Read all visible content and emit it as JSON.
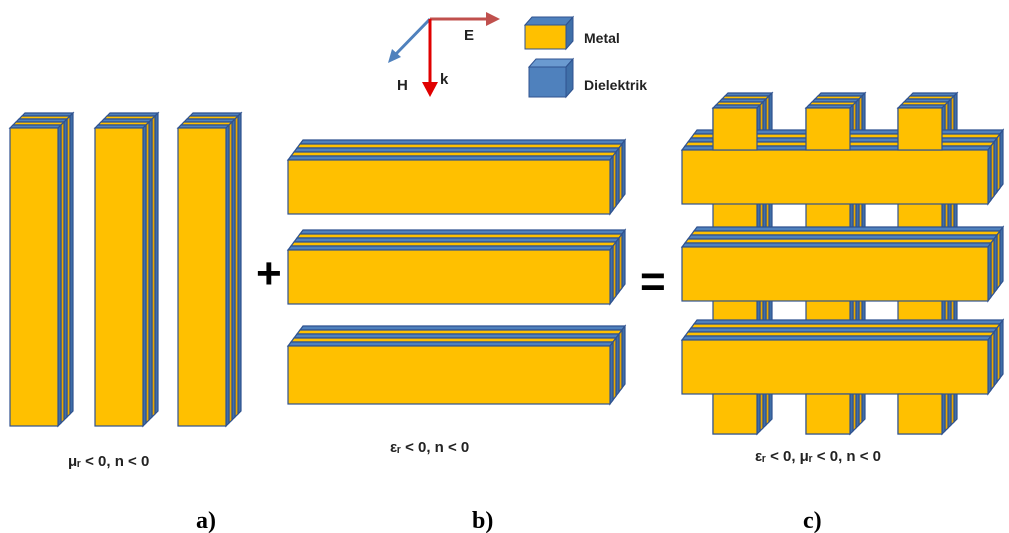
{
  "colors": {
    "metal": "#FFC000",
    "dielectric": "#4F81BD",
    "metal_side": "#E8A800",
    "dielectric_side": "#3F6FA8",
    "stroke": "#2F528F",
    "e_arrow": "#C0504D",
    "h_arrow": "#4F81BD",
    "k_arrow": "#E00000"
  },
  "axes": {
    "e_label": "E",
    "h_label": "H",
    "k_label": "k"
  },
  "legend": {
    "metal_label": "Metal",
    "dielectric_label": "Dielektrik"
  },
  "operators": {
    "plus": "+",
    "equals": "="
  },
  "panels": {
    "a": {
      "condition": "μᵣ < 0, n < 0",
      "label": "a)"
    },
    "b": {
      "condition": "εᵣ < 0, n < 0",
      "label": "b)"
    },
    "c": {
      "condition": "εᵣ < 0, μᵣ < 0, n < 0",
      "label": "c)"
    }
  }
}
